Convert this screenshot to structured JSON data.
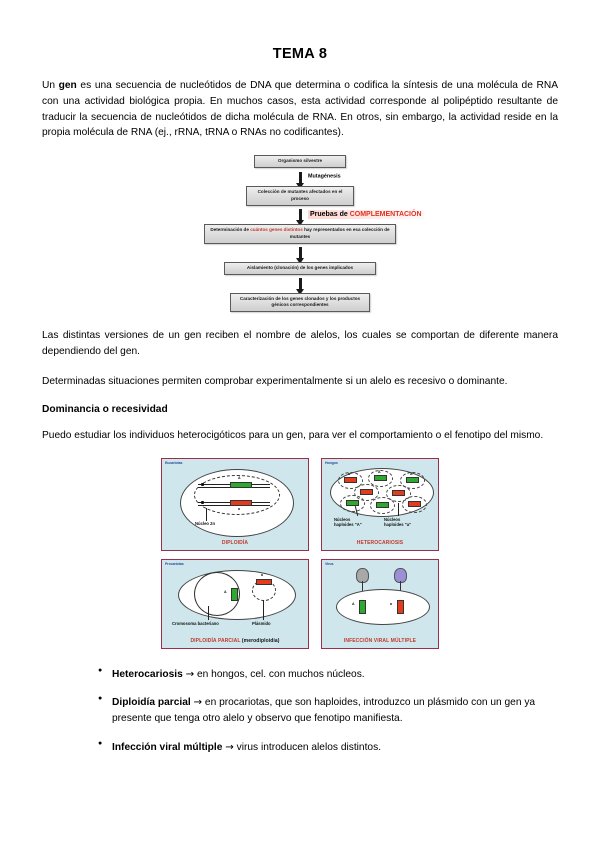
{
  "document": {
    "title": "TEMA 8"
  },
  "paragraphs": {
    "intro_1": "Un ",
    "intro_bold": "gen",
    "intro_2": " es una secuencia de nucleótidos de DNA que determina o codifica la síntesis de una molécula de RNA con una actividad biológica propia. En muchos casos, esta actividad corresponde al polipéptido resultante de traducir la secuencia de nucleótidos de dicha molécula de RNA. En otros, sin embargo, la actividad reside en la propia molécula de RNA (ej., rRNA, tRNA o RNAs no codificantes).",
    "alelos": "Las distintas versiones de un gen reciben el nombre de alelos, los cuales se comportan de diferente manera dependiendo del gen.",
    "situaciones": "Determinadas situaciones permiten comprobar experimentalmente si un alelo es recesivo o dominante.",
    "subheading": "Dominancia o recesividad",
    "heterocigoticos": "Puedo estudiar los individuos heterocigóticos para un gen, para ver el comportamiento o el fenotipo del mismo."
  },
  "flowchart": {
    "box_1": "Organismo silvestre",
    "label_mutagenesis": "Mutagénesis",
    "box_2": "Colección de mutantes afectados en el proceso",
    "label_pruebas_plain": "Pruebas de ",
    "label_pruebas_red": "COMPLEMENTACIÓN",
    "box_3_a": "Determinación de ",
    "box_3_red": "cuántos genes distintos",
    "box_3_b": " hay representados en esa colección de mutantes",
    "box_4": "Aislamiento (clonación) de los genes implicados",
    "box_5": "Caracterización de los genes clonados y los productos génicos correspondientes",
    "accent_red": "#e03020"
  },
  "figure_panels": {
    "panel_diploidia": {
      "tag": "Eucariotas",
      "caption": "DIPLOIDÍA",
      "label_nucleo": "Núcleo 2n",
      "allele_upper": "A",
      "allele_lower": "a"
    },
    "panel_heterocariosis": {
      "tag": "Hongos",
      "caption": "HETEROCARIOSIS",
      "label_nucleos_A": "Núcleos\nhaploides \"A\"",
      "label_nucleos_A_line1": "Núcleos",
      "label_nucleos_A_line2": "haploides \"A\"",
      "label_nucleos_a_line1": "Núcleos",
      "label_nucleos_a_line2": "haploides \"a\"",
      "allele_upper": "A",
      "allele_lower": "a"
    },
    "panel_parcial": {
      "tag": "Procariotas",
      "caption_red": "DIPLOIDÍA PARCIAL",
      "caption_black": " (merodiploidía)",
      "label_cromosoma": "Cromosoma bacteriano",
      "label_plasmido": "Plásmido",
      "allele_upper": "A",
      "allele_lower": "a"
    },
    "panel_viral": {
      "tag": "Virus",
      "caption": "INFECCIÓN VIRAL MÚLTIPLE",
      "allele_upper": "A",
      "allele_lower": "a"
    },
    "colors": {
      "panel_background": "#cfe7ec",
      "panel_border": "#9b2f4a",
      "caption_red": "#c0392b",
      "tag_blue": "#2b4fa0",
      "gene_green": "#2fa82f",
      "gene_red": "#e23b1e"
    }
  },
  "bullets": [
    {
      "term": "Heterocariosis",
      "arrow": "→",
      "text": " en hongos, cel. con muchos núcleos."
    },
    {
      "term": "Diploidía parcial",
      "arrow": "→",
      "text": " en procariotas, que son haploides, introduzco un plásmido con un gen ya presente que tenga otro alelo y observo que fenotipo manifiesta."
    },
    {
      "term": "Infección viral múltiple",
      "arrow": "→",
      "text": " virus introducen alelos distintos."
    }
  ]
}
